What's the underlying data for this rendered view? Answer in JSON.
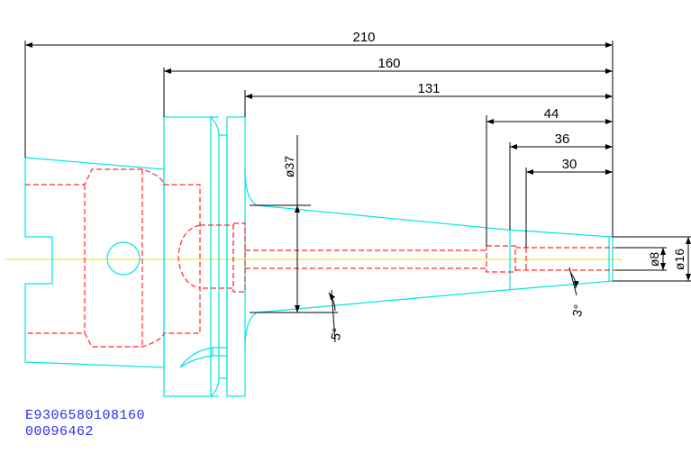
{
  "dimensions": {
    "overall_length": "210",
    "length_160": "160",
    "length_131": "131",
    "length_44": "44",
    "length_36": "36",
    "length_30": "30",
    "dia_37": "ø37",
    "dia_8": "ø8",
    "dia_16": "ø16",
    "angle_5": "5°",
    "angle_3": "3°"
  },
  "part_codes": {
    "line1": "E9306580108160",
    "line2": "00096462"
  },
  "colors": {
    "outline": "#00e5e5",
    "hidden": "#ff2a2a",
    "centerline": "#e6e600",
    "dimension": "#000000",
    "text_code": "#2d2df0"
  }
}
